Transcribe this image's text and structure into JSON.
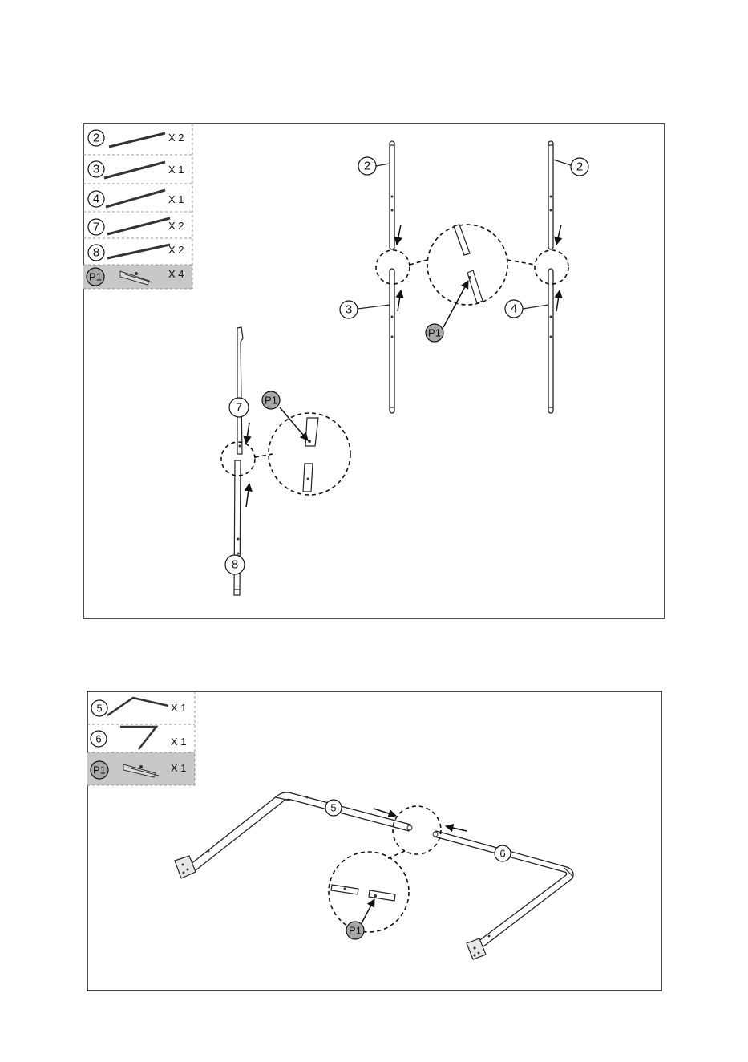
{
  "panel1": {
    "parts": [
      {
        "label": "2",
        "qty": "X 2"
      },
      {
        "label": "3",
        "qty": "X 1"
      },
      {
        "label": "4",
        "qty": "X 1"
      },
      {
        "label": "7",
        "qty": "X 2"
      },
      {
        "label": "8",
        "qty": "X 2"
      },
      {
        "label": "P1",
        "qty": "X 4"
      }
    ],
    "callouts": {
      "left_upper": "2",
      "right_upper": "2",
      "left_lower": "3",
      "right_lower": "4",
      "connector_center": "P1",
      "pole_upper": "7",
      "pole_lower": "8",
      "connector_left": "P1"
    }
  },
  "panel2": {
    "parts": [
      {
        "label": "5",
        "qty": "X 1"
      },
      {
        "label": "6",
        "qty": "X 1"
      },
      {
        "label": "P1",
        "qty": "X 1"
      }
    ],
    "callouts": {
      "tube_left": "5",
      "tube_right": "6",
      "connector": "P1"
    }
  },
  "colors": {
    "line": "#222222",
    "connector_fill": "#a8a8a8",
    "shaded_cell": "#c8c8c8"
  }
}
